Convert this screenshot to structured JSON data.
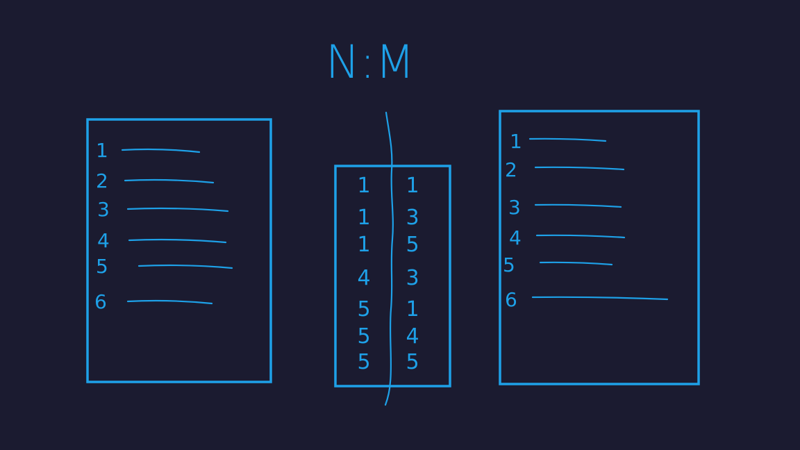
{
  "title": "N:M",
  "colors": {
    "background": "#1b1b30",
    "ink": "#1ea1e8"
  },
  "left_table": {
    "rows": [
      "1",
      "2",
      "3",
      "4",
      "5",
      "6"
    ]
  },
  "junction_table": {
    "pairs": [
      [
        "1",
        "1"
      ],
      [
        "1",
        "3"
      ],
      [
        "1",
        "5"
      ],
      [
        "4",
        "3"
      ],
      [
        "5",
        "1"
      ],
      [
        "5",
        "4"
      ],
      [
        "5",
        "5"
      ]
    ]
  },
  "right_table": {
    "rows": [
      "1",
      "2",
      "3",
      "4",
      "5",
      "6"
    ]
  }
}
